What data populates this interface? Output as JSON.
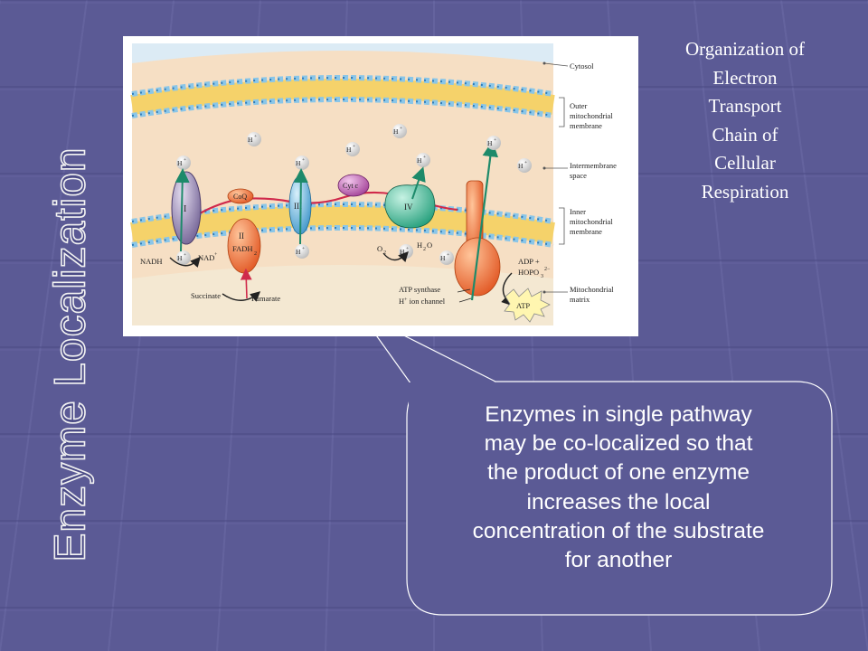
{
  "slide": {
    "title": "Enzyme Localization",
    "caption_lines": [
      "Organization of",
      "Electron",
      "Transport",
      "Chain of",
      "Cellular",
      "Respiration"
    ],
    "callout_lines": [
      "Enzymes in single pathway",
      "may be co-localized so that",
      "the product of one enzyme",
      "increases the local",
      "concentration of the substrate",
      "for another"
    ],
    "colors": {
      "background": "#5b5a95",
      "callout_fill": "#5b5a95",
      "title_fill": "#4b4b86",
      "title_outline": "#f2f2f2"
    }
  },
  "diagram": {
    "right_labels": {
      "cytosol": "Cytosol",
      "outer_1": "Outer",
      "outer_2": "mitochondrial",
      "outer_3": "membrane",
      "inter_1": "Intermembrane",
      "inter_2": "space",
      "inner_1": "Inner",
      "inner_2": "mitochondrial",
      "inner_3": "membrane",
      "matrix_1": "Mitochondrial",
      "matrix_2": "matrix"
    },
    "complexes": {
      "c1": "I",
      "c2": "II",
      "c3": "III",
      "c4": "IV",
      "coq": "CoQ",
      "cytc": "Cyt c",
      "fadh2": "FADH",
      "fadh2_sub": "2"
    },
    "molecules": {
      "hplus": "H",
      "plus": "+",
      "nadh": "NADH",
      "nadplus": "NAD",
      "succinate": "Succinate",
      "fumarate": "Fumarate",
      "o2": "O",
      "o2_sub": "2",
      "h2o_h": "H",
      "h2o_2": "2",
      "h2o_o": "O",
      "adp": "ADP +",
      "hopo3": "HOPO",
      "hopo3_sub": "3",
      "hopo3_sup": "2−",
      "atp": "ATP"
    },
    "synthase_label": {
      "line1": "ATP synthase",
      "line2": "H",
      "line2_rest": " ion channel"
    }
  }
}
